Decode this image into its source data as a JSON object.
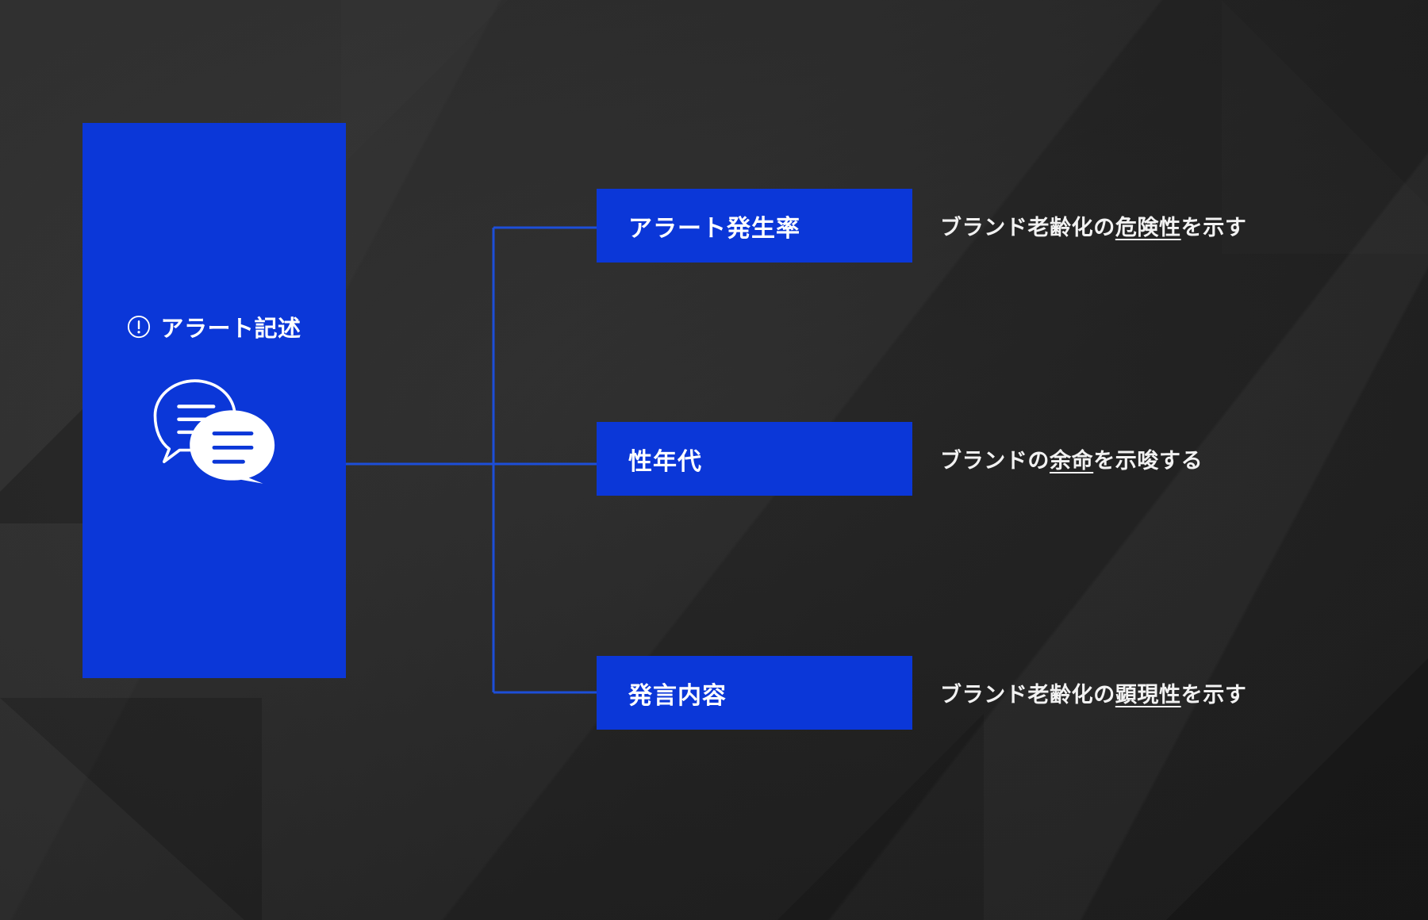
{
  "theme": {
    "background_color": "#2b2b2b",
    "accent_color": "#0b37d8",
    "text_color": "#ffffff",
    "connector_color": "#1d4ed8"
  },
  "hero": {
    "title": "アラート記述",
    "alert_icon": "exclamation-circle-icon",
    "illustration_icon": "chat-bubbles-icon"
  },
  "rows": [
    {
      "label": "アラート発生率",
      "desc_before": "ブランド老齢化の",
      "desc_underlined": "危険性",
      "desc_after": "を示す"
    },
    {
      "label": "性年代",
      "desc_before": "ブランドの",
      "desc_underlined": "余命",
      "desc_after": "を示唆する"
    },
    {
      "label": "発言内容",
      "desc_before": "ブランド老齢化の",
      "desc_underlined": "顕現性",
      "desc_after": "を示す"
    }
  ]
}
